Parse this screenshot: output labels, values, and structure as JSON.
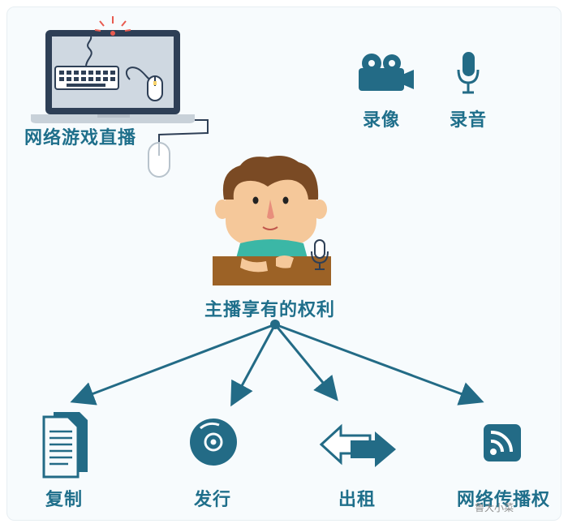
{
  "labels": {
    "live": "网络游戏直播",
    "video": "录像",
    "audio": "录音",
    "center": "主播享有的权利",
    "copy": "复制",
    "distribute": "发行",
    "rent": "出租",
    "network": "网络传播权"
  },
  "watermark": "鲁大小菜",
  "colors": {
    "accent": "#1f6f8b",
    "arrow": "#236b86",
    "laptop": "#2e3f56",
    "screen": "#cfd8e1",
    "desk": "#9c6226",
    "skin": "#f5c89a",
    "hair": "#7a4a24"
  }
}
